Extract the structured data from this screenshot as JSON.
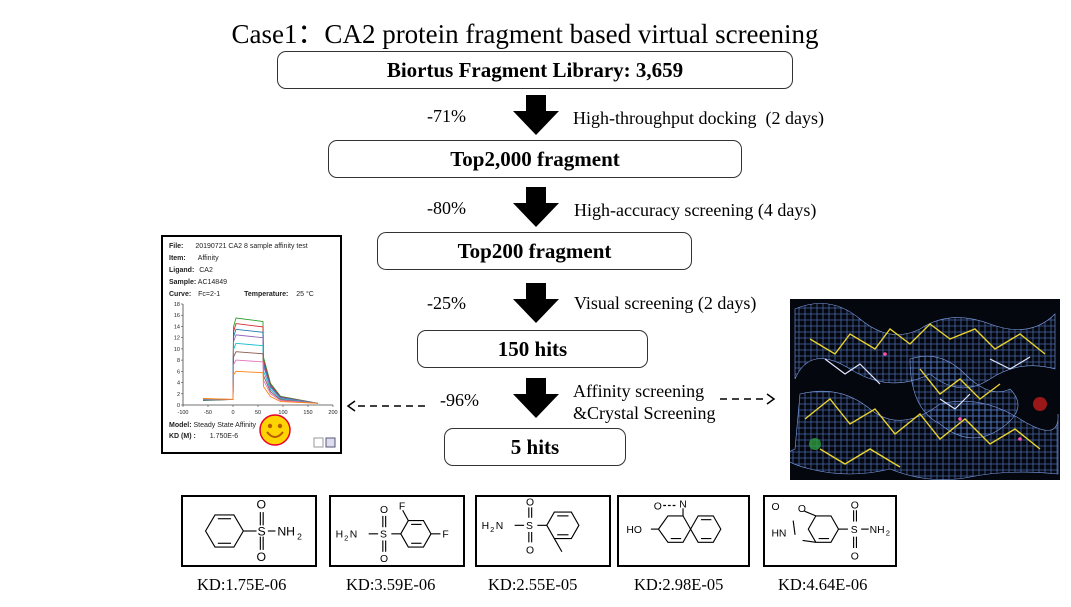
{
  "title": "Case1：CA2 protein fragment based virtual screening",
  "boxes": [
    "Biortus Fragment Library: 3,659",
    "Top2,000 fragment",
    "Top200 fragment",
    "150 hits",
    "5 hits"
  ],
  "reductions": [
    "-71%",
    "-80%",
    "-25%",
    "-96%"
  ],
  "steps": {
    "docking": "High-throughput docking  (2 days)",
    "accuracy": "High-accuracy screening (4 days)",
    "visual": "Visual screening (2 days)",
    "affinity1": "Affinity screening",
    "affinity2": "&Crystal Screening"
  },
  "sensorgram": {
    "info": {
      "file_label": "File:",
      "file": "20190721 CA2 8 sample affinity test",
      "item_label": "Item:",
      "item": "Affinity",
      "ligand_label": "Ligand:",
      "ligand": "CA2",
      "sample_label": "Sample:",
      "sample": "AC14849",
      "curve_label": "Curve:",
      "curve": "Fc=2-1",
      "temp_label": "Temperature:",
      "temp": "25 °C"
    },
    "model_label": "Model:",
    "model": "Steady State Affinity",
    "kd_label": "KD (M) :",
    "kd": "1.750E-6",
    "chart_data": {
      "type": "line",
      "x_ticks": [
        "-100",
        "-50",
        "0",
        "50",
        "100",
        "150",
        "200"
      ],
      "y_ticks": [
        "0",
        "2",
        "4",
        "6",
        "8",
        "10",
        "12",
        "14",
        "16",
        "18"
      ],
      "xlim": [
        -100,
        200
      ],
      "ylim": [
        0,
        18
      ],
      "series_colors": [
        "#2ca02c",
        "#d62728",
        "#1f77b4",
        "#9467bd",
        "#17becf",
        "#8c564b",
        "#e377c2",
        "#ff7f0e"
      ],
      "plateaus": [
        15.5,
        14.5,
        13.5,
        12.5,
        11,
        9.5,
        8,
        6
      ]
    }
  },
  "molecules": [
    {
      "kd": "KD:1.75E-06",
      "labels": [
        "O",
        "S",
        "NH",
        "2",
        "O"
      ]
    },
    {
      "kd": "KD:3.59E-06",
      "labels": [
        "F",
        "O",
        "H",
        "2",
        "N",
        "S",
        "O",
        "F"
      ]
    },
    {
      "kd": "KD:2.55E-05",
      "labels": [
        "O",
        "H",
        "2",
        "N",
        "S",
        "O"
      ]
    },
    {
      "kd": "KD:2.98E-05",
      "labels": [
        "O",
        "N",
        "HO"
      ]
    },
    {
      "kd": "KD:4.64E-06",
      "labels": [
        "O",
        "O",
        "HN",
        "O",
        "S",
        "NH",
        "2",
        "O"
      ]
    }
  ]
}
